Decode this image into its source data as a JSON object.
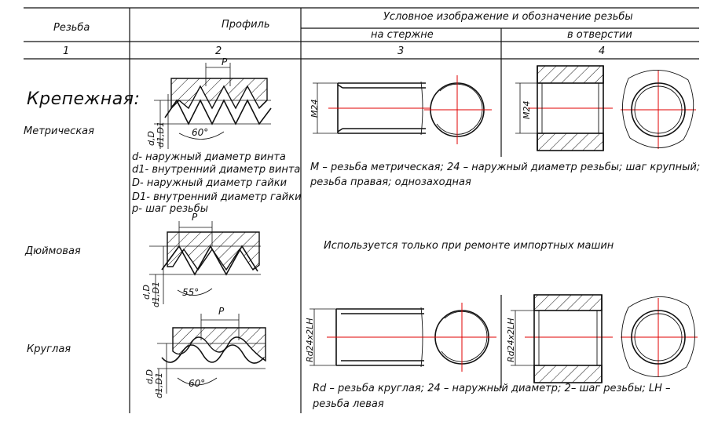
{
  "header": {
    "col1": "Резьба",
    "col2": "Профиль",
    "col34": "Условное изображение и обозначение резьбы",
    "col3": "на стержне",
    "col4": "в отверстии",
    "num1": "1",
    "num2": "2",
    "num3": "3",
    "num4": "4"
  },
  "rows": {
    "group_title": "Крепежная:",
    "metric": {
      "name": "Метрическая",
      "dim_p": "P",
      "dim_d": "d,D",
      "dim_d1": "d1,D1",
      "angle": "60°",
      "legend": [
        "d- наружный диаметр винта",
        "d1- внутренний диаметр винта",
        "D- наружный диаметр гайки",
        "D1- внутренний диаметр гайки",
        "p- шаг резьбы"
      ],
      "rod_mark": "M24",
      "hole_mark": "M24",
      "designation": [
        "М – резьба метрическая; 24 – наружный диаметр резьбы; шаг крупный;",
        "резьба правая; однозаходная"
      ]
    },
    "inch": {
      "name": "Дюймовая",
      "dim_p": "P",
      "dim_d": "d,D",
      "dim_d1": "d1,D1",
      "angle": "55°",
      "note": "Используется только при ремонте импортных машин"
    },
    "round": {
      "name": "Круглая",
      "dim_p": "P",
      "dim_d": "d,D",
      "dim_d1": "d1,D1",
      "angle": "60°",
      "rod_mark": "Rd24x2LH",
      "hole_mark": "Rd24x2LH",
      "designation": [
        "Rd – резьба круглая; 24 – наружный диаметр; 2– шаг резьбы; LH –",
        "резьба левая"
      ]
    }
  },
  "colors": {
    "line": "#111111",
    "axis": "#e00000",
    "background": "#ffffff"
  }
}
